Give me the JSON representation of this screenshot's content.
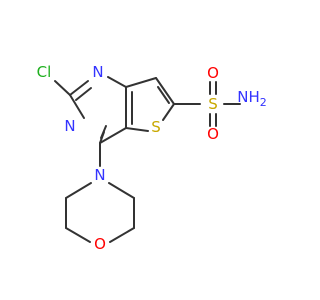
{
  "molecule": {
    "atoms": {
      "cl": {
        "label": "Cl",
        "color": "#1fb01f"
      },
      "n1": {
        "label": "N",
        "color": "#3333ff"
      },
      "n3": {
        "label": "N",
        "color": "#3333ff"
      },
      "s_ring": {
        "label": "S",
        "color": "#c8a800"
      },
      "s_sulfonyl": {
        "label": "S",
        "color": "#c8a800"
      },
      "o_top": {
        "label": "O",
        "color": "#ff0000"
      },
      "o_bottom": {
        "label": "O",
        "color": "#ff0000"
      },
      "nh2": {
        "label": "NH",
        "sub": "2",
        "color": "#3333ff"
      },
      "n_morph": {
        "label": "N",
        "color": "#3333ff"
      },
      "o_morph": {
        "label": "O",
        "color": "#ff0000"
      }
    }
  }
}
